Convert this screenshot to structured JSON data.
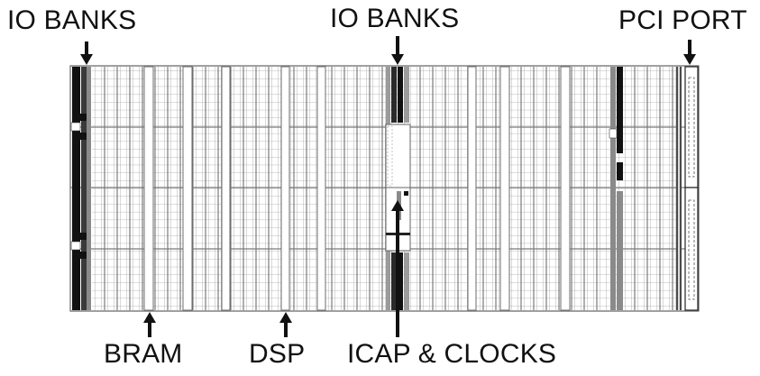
{
  "labels": {
    "io_banks_left": "IO BANKS",
    "io_banks_center": "IO BANKS",
    "pci_port": "PCI PORT",
    "bram": "BRAM",
    "dsp": "DSP",
    "icap_clocks": "ICAP & CLOCKS"
  },
  "colors": {
    "background": "#ffffff",
    "outline": "#555555",
    "grid": "#9a9a9a",
    "io_block": "#111111",
    "arrow": "#111111"
  }
}
